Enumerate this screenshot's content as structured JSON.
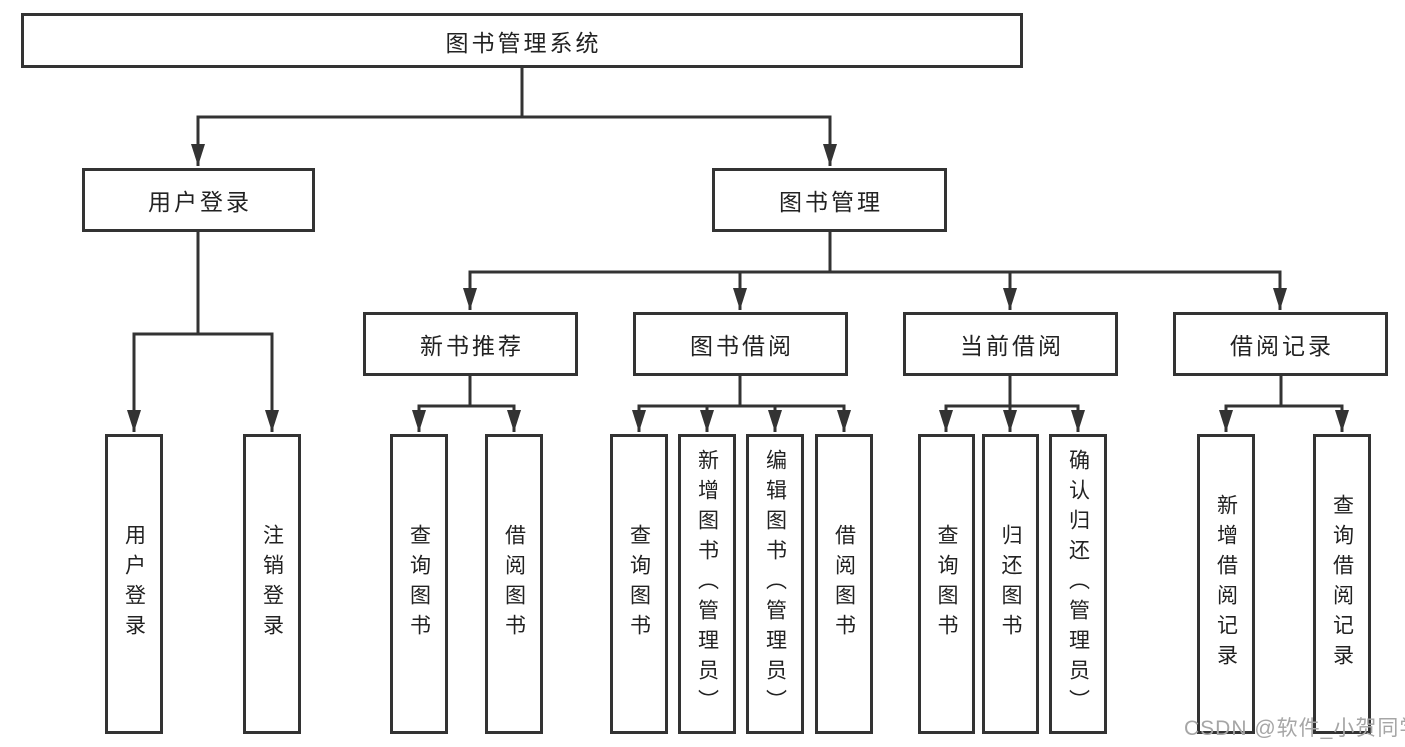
{
  "diagram": {
    "root": "图书管理系统",
    "branches": {
      "user": {
        "label": "用户登录",
        "children": [
          "用户登录",
          "注销登录"
        ]
      },
      "books": {
        "label": "图书管理",
        "children": {
          "recommend": {
            "label": "新书推荐",
            "children": [
              "查询图书",
              "借阅图书"
            ]
          },
          "borrow": {
            "label": "图书借阅",
            "children": [
              "查询图书",
              "新增图书（管理员）",
              "编辑图书（管理员）",
              "借阅图书"
            ]
          },
          "current": {
            "label": "当前借阅",
            "children": [
              "查询图书",
              "归还图书",
              "确认归还（管理员）"
            ]
          },
          "records": {
            "label": "借阅记录",
            "children": [
              "新增借阅记录",
              "查询借阅记录"
            ]
          }
        }
      }
    },
    "watermark": "CSDN @软件_小贺同学",
    "colors": {
      "line": "#333333",
      "box_border": "#333333",
      "text": "#222222",
      "watermark": "#a6a6a6",
      "background": "#ffffff"
    }
  }
}
